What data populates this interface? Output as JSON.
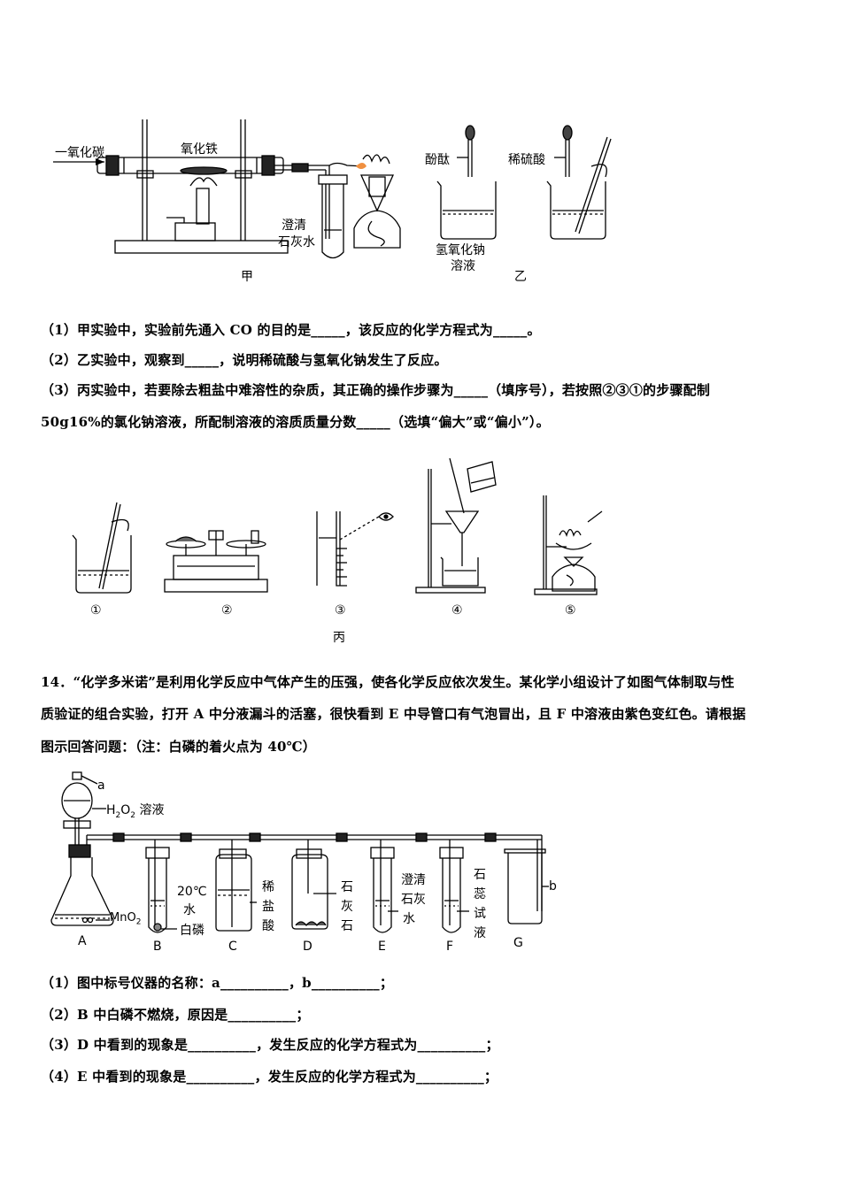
{
  "figure_jia": {
    "labels": {
      "co": "一氧化碳",
      "fe2o3": "氧化铁",
      "limewater": [
        "澄清",
        "石灰水"
      ],
      "caption": "甲"
    }
  },
  "figure_yi": {
    "labels": {
      "phenolphthalein": "酚酞",
      "dilute_h2so4": "稀硫酸",
      "naoh": [
        "氢氧化钠",
        "溶液"
      ],
      "caption": "乙"
    }
  },
  "questions_13": [
    "（1）甲实验中，实验前先通入 CO 的目的是_____，该反应的化学方程式为_____。",
    "（2）乙实验中，观察到_____，说明稀硫酸与氢氧化钠发生了反应。",
    "（3）丙实验中，若要除去粗盐中难溶性的杂质，其正确的操作步骤为_____（填序号），若按照②③①的步骤配制",
    "50g16%的氯化钠溶液，所配制溶液的溶质质量分数_____（选填“偏大”或“偏小”）。"
  ],
  "figure_bing": {
    "steps": [
      "①",
      "②",
      "③",
      "④",
      "⑤"
    ],
    "caption": "丙"
  },
  "question_14": {
    "stem": [
      "14．“化学多米诺”是利用化学反应中气体产生的压强，使各化学反应依次发生。某化学小组设计了如图气体制取与性",
      "质验证的组合实验，打开 A 中分液漏斗的活塞，很快看到 E 中导管口有气泡冒出，且 F 中溶液由紫色变红色。请根据",
      "图示回答问题：（注：白磷的着火点为 40℃）"
    ],
    "apparatus": {
      "a": "a",
      "h2o2_prefix": "H",
      "h2o2_sub1": "2",
      "h2o2_mid": "O",
      "h2o2_sub2": "2",
      "h2o2_suffix": " 溶液",
      "mno2_prefix": "MnO",
      "mno2_sub": "2",
      "water20": [
        "20℃",
        "水"
      ],
      "white_p": "白磷",
      "hcl": [
        "稀",
        "盐",
        "酸"
      ],
      "limestone": [
        "石",
        "灰",
        "石"
      ],
      "limewater": [
        "澄清",
        "石灰",
        "水"
      ],
      "litmus": [
        "石",
        "蕊",
        "试",
        "液"
      ],
      "b": "b",
      "letters": [
        "A",
        "B",
        "C",
        "D",
        "E",
        "F",
        "G"
      ]
    },
    "subquestions": [
      "（1）图中标号仪器的名称：a__________，b__________；",
      "（2）B 中白磷不燃烧，原因是__________；",
      "（3）D 中看到的现象是__________，发生反应的化学方程式为__________；",
      "（4）E 中看到的现象是__________，发生反应的化学方程式为__________；"
    ]
  }
}
